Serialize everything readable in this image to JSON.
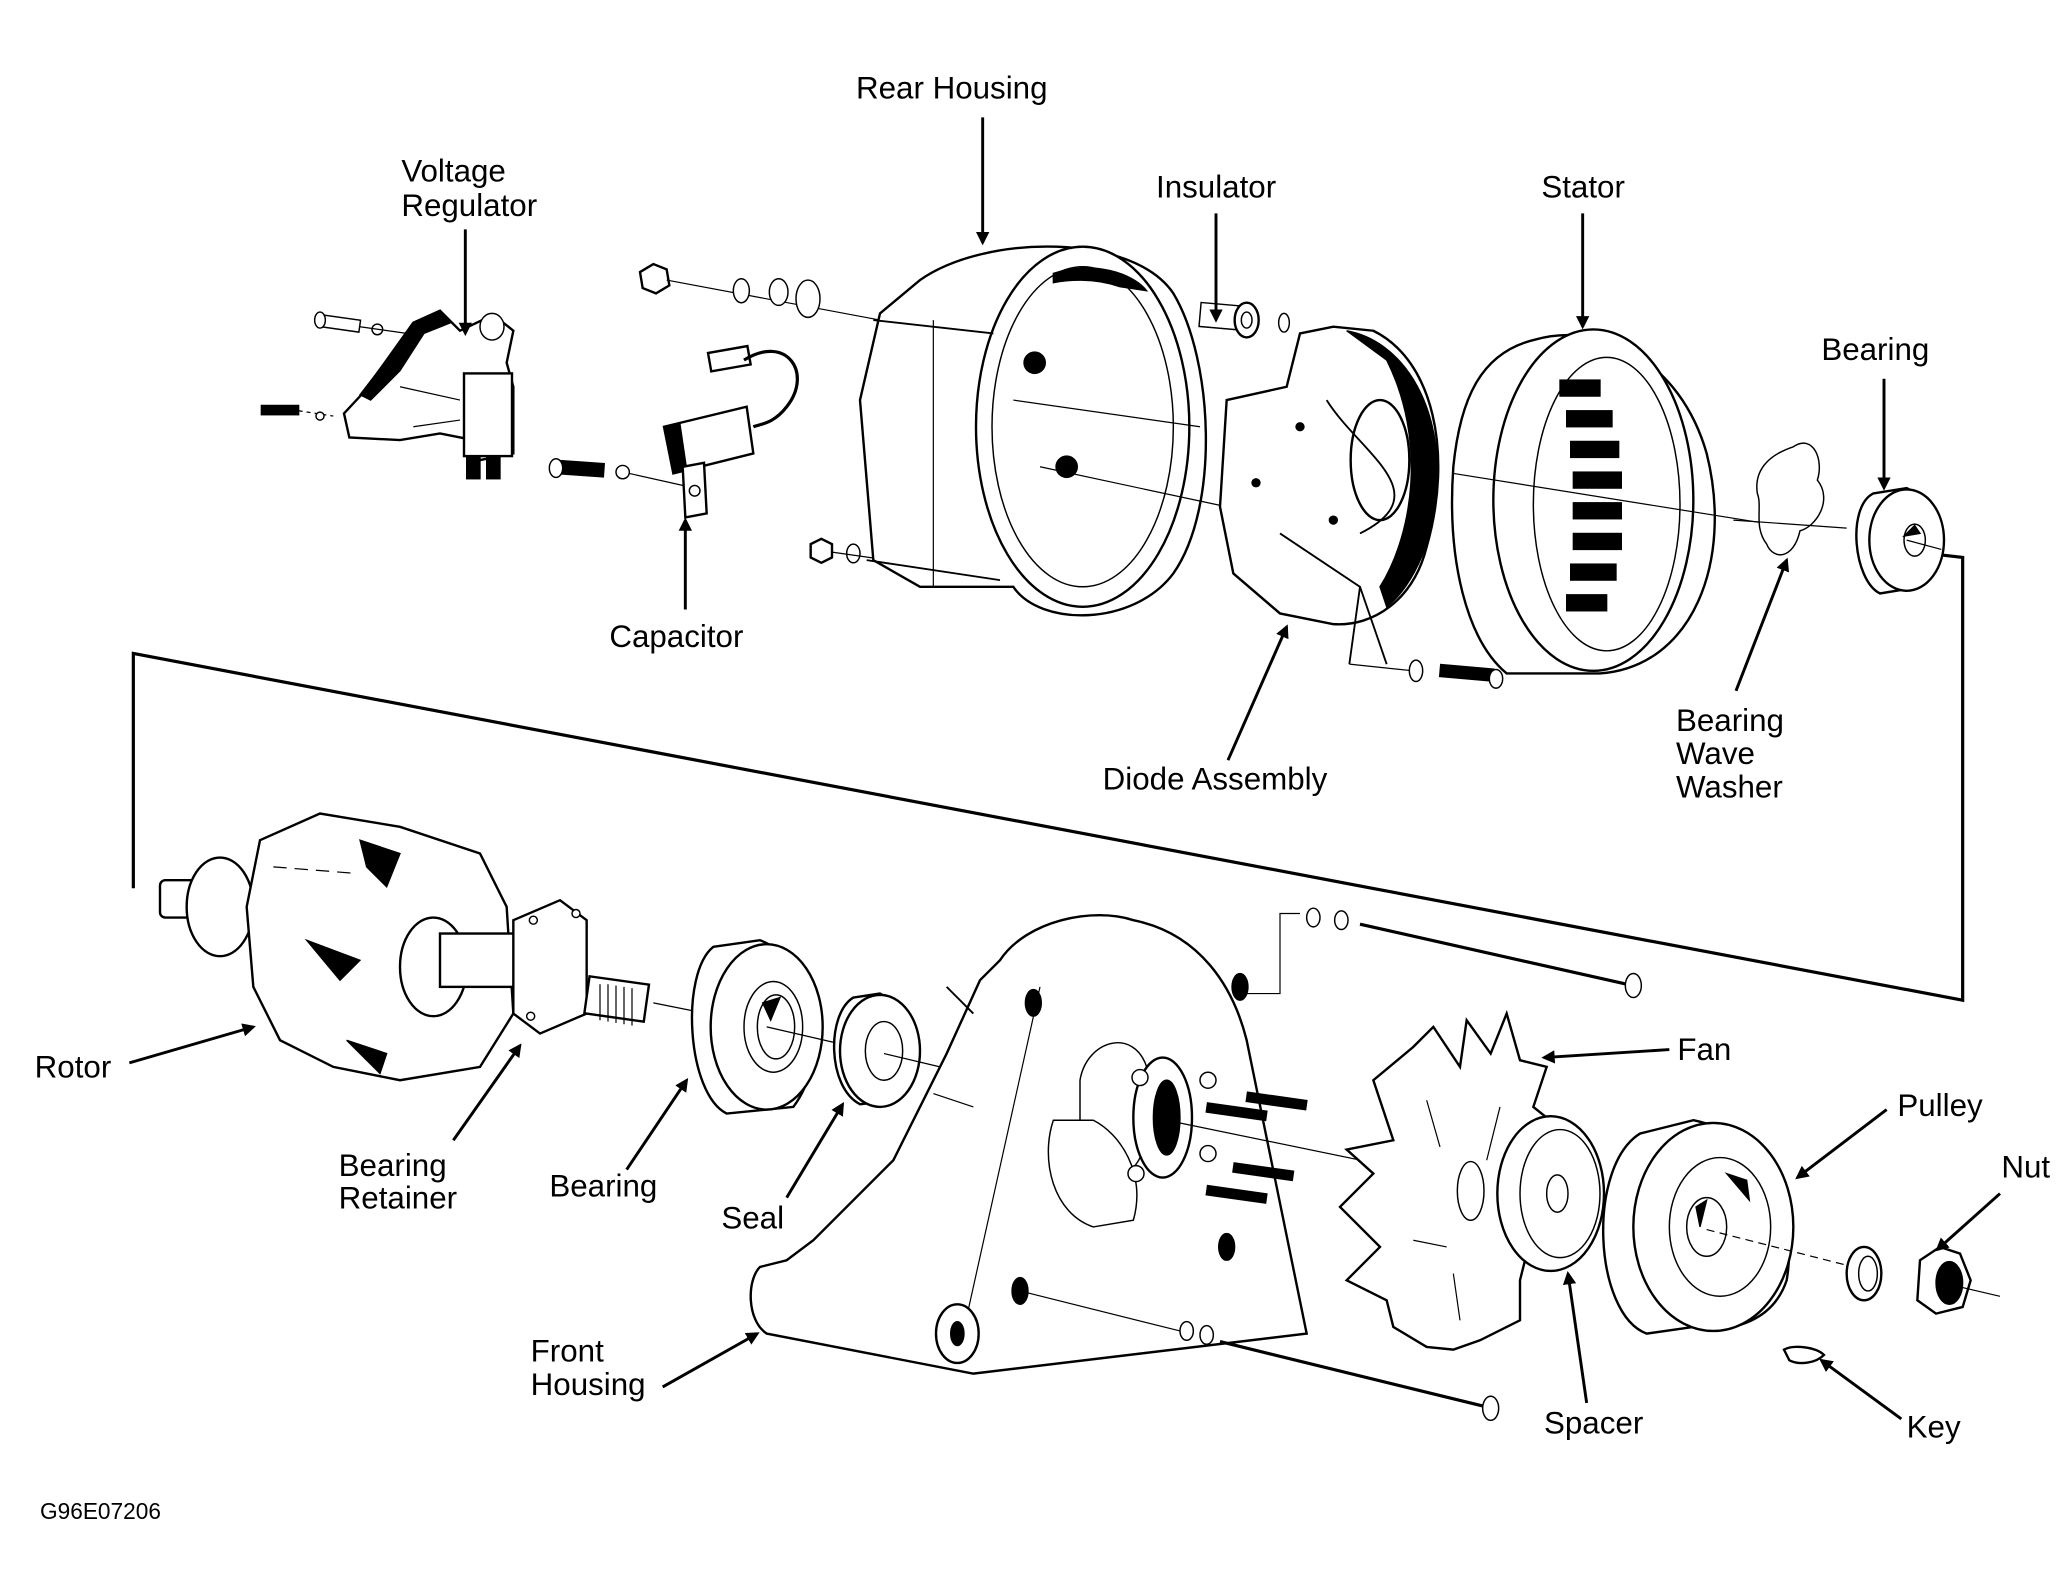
{
  "diagram": {
    "title": "Alternator Exploded View",
    "figure_code": "G96E07206",
    "background_color": "#ffffff",
    "ink_color": "#000000",
    "labels": {
      "rear_housing": [
        "Rear Housing"
      ],
      "voltage_regulator": [
        "Voltage",
        "Regulator"
      ],
      "insulator": [
        "Insulator"
      ],
      "stator": [
        "Stator"
      ],
      "bearing_rear": [
        "Bearing"
      ],
      "capacitor": [
        "Capacitor"
      ],
      "diode_assembly": [
        "Diode Assembly"
      ],
      "bearing_wave_washer": [
        "Bearing",
        "Wave",
        "Washer"
      ],
      "rotor": [
        "Rotor"
      ],
      "bearing_retainer": [
        "Bearing",
        "Retainer"
      ],
      "bearing_front": [
        "Bearing"
      ],
      "seal": [
        "Seal"
      ],
      "fan": [
        "Fan"
      ],
      "pulley": [
        "Pulley"
      ],
      "nut": [
        "Nut"
      ],
      "front_housing": [
        "Front",
        "Housing"
      ],
      "spacer": [
        "Spacer"
      ],
      "key": [
        "Key"
      ]
    }
  }
}
